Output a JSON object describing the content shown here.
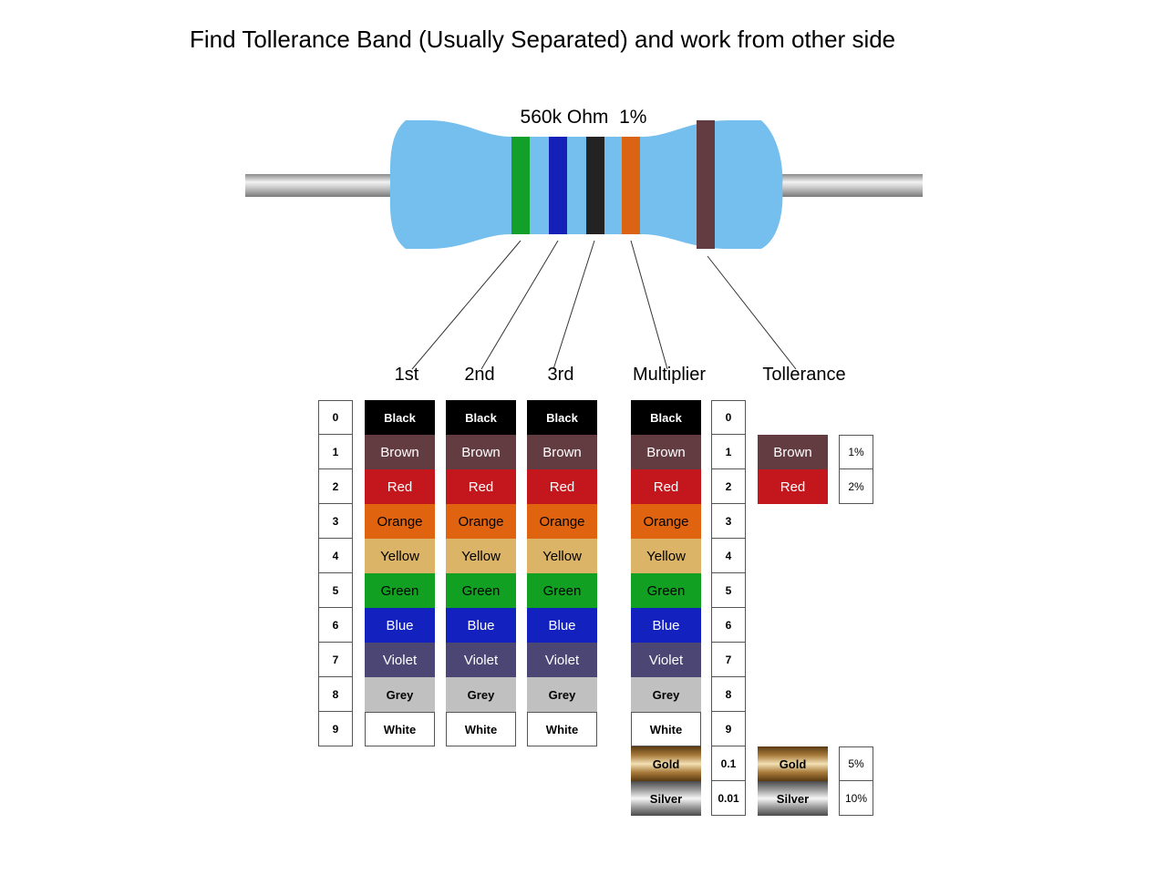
{
  "title": "Find Tollerance Band (Usually Separated) and work from other side",
  "resistor": {
    "label": "560k Ohm  1%",
    "body_color": "#74bfee",
    "lead_color": "#b5b5b5",
    "bands": [
      "#12a02a",
      "#1420b8",
      "#232323",
      "#da6413",
      "#633c41"
    ]
  },
  "headers": {
    "first": "1st",
    "second": "2nd",
    "third": "3rd",
    "multiplier": "Multiplier",
    "tolerance": "Tollerance"
  },
  "digits": [
    "0",
    "1",
    "2",
    "3",
    "4",
    "5",
    "6",
    "7",
    "8",
    "9"
  ],
  "colors": [
    {
      "name": "Black",
      "bg": "#000000",
      "fg": "#ffffff",
      "bold": true
    },
    {
      "name": "Brown",
      "bg": "#633c41",
      "fg": "#ffffff",
      "bold": false
    },
    {
      "name": "Red",
      "bg": "#c4171d",
      "fg": "#ffffff",
      "bold": false
    },
    {
      "name": "Orange",
      "bg": "#e0640f",
      "fg": "#000000",
      "bold": false
    },
    {
      "name": "Yellow",
      "bg": "#dbb468",
      "fg": "#000000",
      "bold": false
    },
    {
      "name": "Green",
      "bg": "#12a022",
      "fg": "#000000",
      "bold": false
    },
    {
      "name": "Blue",
      "bg": "#1321bf",
      "fg": "#ffffff",
      "bold": false
    },
    {
      "name": "Violet",
      "bg": "#4c4674",
      "fg": "#ffffff",
      "bold": false
    },
    {
      "name": "Grey",
      "bg": "#c0c0c0",
      "fg": "#000000",
      "bold": true
    },
    {
      "name": "White",
      "bg": "#ffffff",
      "fg": "#000000",
      "bold": true
    }
  ],
  "multiplier_extra": [
    {
      "name": "Gold",
      "value": "0.1",
      "style": "gold"
    },
    {
      "name": "Silver",
      "value": "0.01",
      "style": "silver"
    }
  ],
  "tolerance": [
    {
      "name": "Brown",
      "value": "1%",
      "bg": "#633c41",
      "fg": "#ffffff"
    },
    {
      "name": "Red",
      "value": "2%",
      "bg": "#c4171d",
      "fg": "#ffffff"
    },
    {
      "name": "Gold",
      "value": "5%",
      "style": "gold"
    },
    {
      "name": "Silver",
      "value": "10%",
      "style": "silver"
    }
  ]
}
